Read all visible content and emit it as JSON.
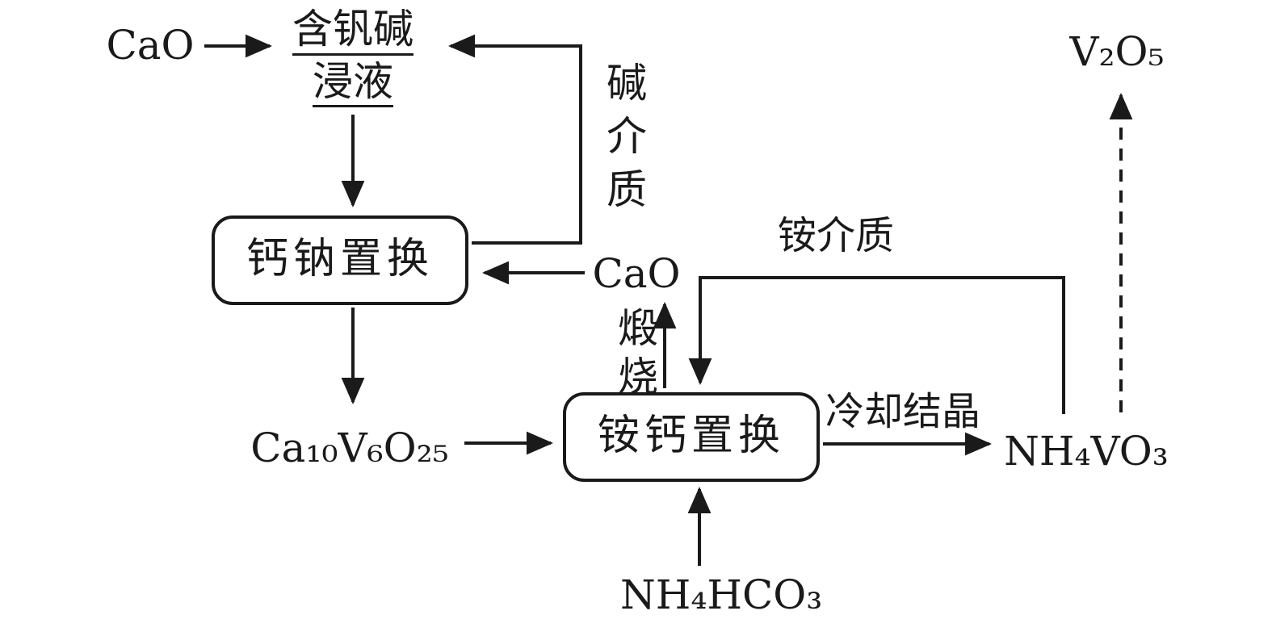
{
  "diagram": {
    "type": "process-flowchart",
    "background": "#ffffff",
    "ink": "#1a1a1a",
    "nodes": {
      "cao_feed": "CaO",
      "leach_solution_line1": "含钒碱",
      "leach_solution_line2": "浸液",
      "ca_na_replacement": "钙钠置换",
      "nh4_ca_replacement": "铵钙置换",
      "ca10v6o25": "Ca₁₀V₆O₂₅",
      "cao_recycle": "CaO",
      "nh4vo3": "NH₄VO₃",
      "v2o5": "V₂O₅",
      "nh4hco3": "NH₄HCO₃"
    },
    "edge_labels": {
      "alkaline_medium": "碱介质",
      "calcination": "煅烧",
      "ammonium_medium": "铵介质",
      "cooling_crystallization": "冷却结晶"
    }
  }
}
